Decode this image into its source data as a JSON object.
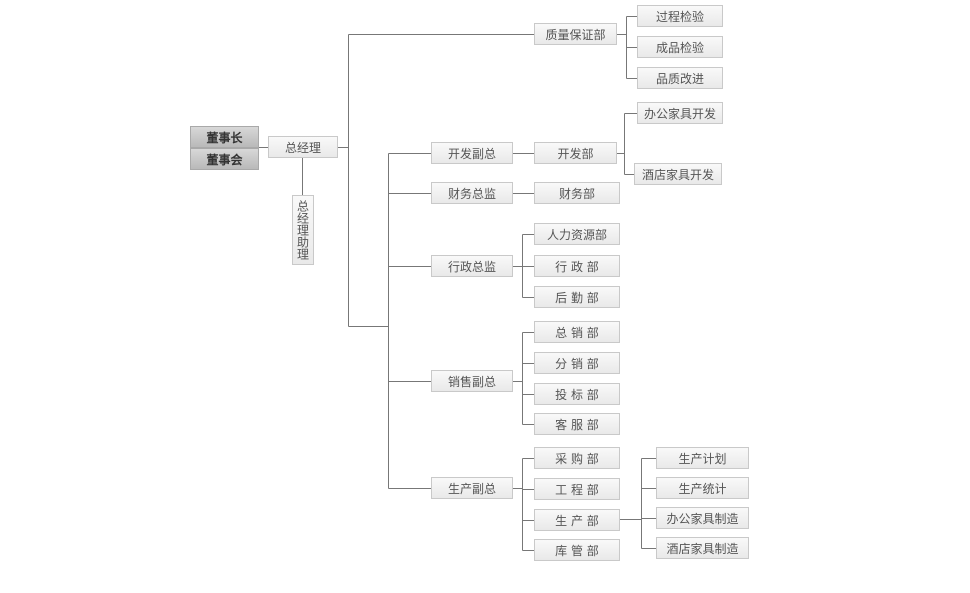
{
  "board": {
    "chairman": "董事长",
    "board": "董事会"
  },
  "gm": {
    "label": "总经理",
    "assistant": "总经理助理"
  },
  "quality": {
    "label": "质量保证部",
    "children": [
      "过程检验",
      "成品检验",
      "品质改进"
    ]
  },
  "dev": {
    "vp": "开发副总",
    "dept": "开发部",
    "children": [
      "办公家具开发",
      "酒店家具开发"
    ]
  },
  "finance": {
    "director": "财务总监",
    "dept": "财务部"
  },
  "admin": {
    "director": "行政总监",
    "children": [
      "人力资源部",
      "行 政 部",
      "后 勤 部"
    ]
  },
  "sales": {
    "vp": "销售副总",
    "children": [
      "总 销 部",
      "分 销 部",
      "投 标 部",
      "客 服 部"
    ]
  },
  "production": {
    "vp": "生产副总",
    "children": [
      "采 购 部",
      "工 程 部",
      "生 产 部",
      "库 管 部"
    ],
    "sub": [
      "生产计划",
      "生产统计",
      "办公家具制造",
      "酒店家具制造"
    ]
  }
}
